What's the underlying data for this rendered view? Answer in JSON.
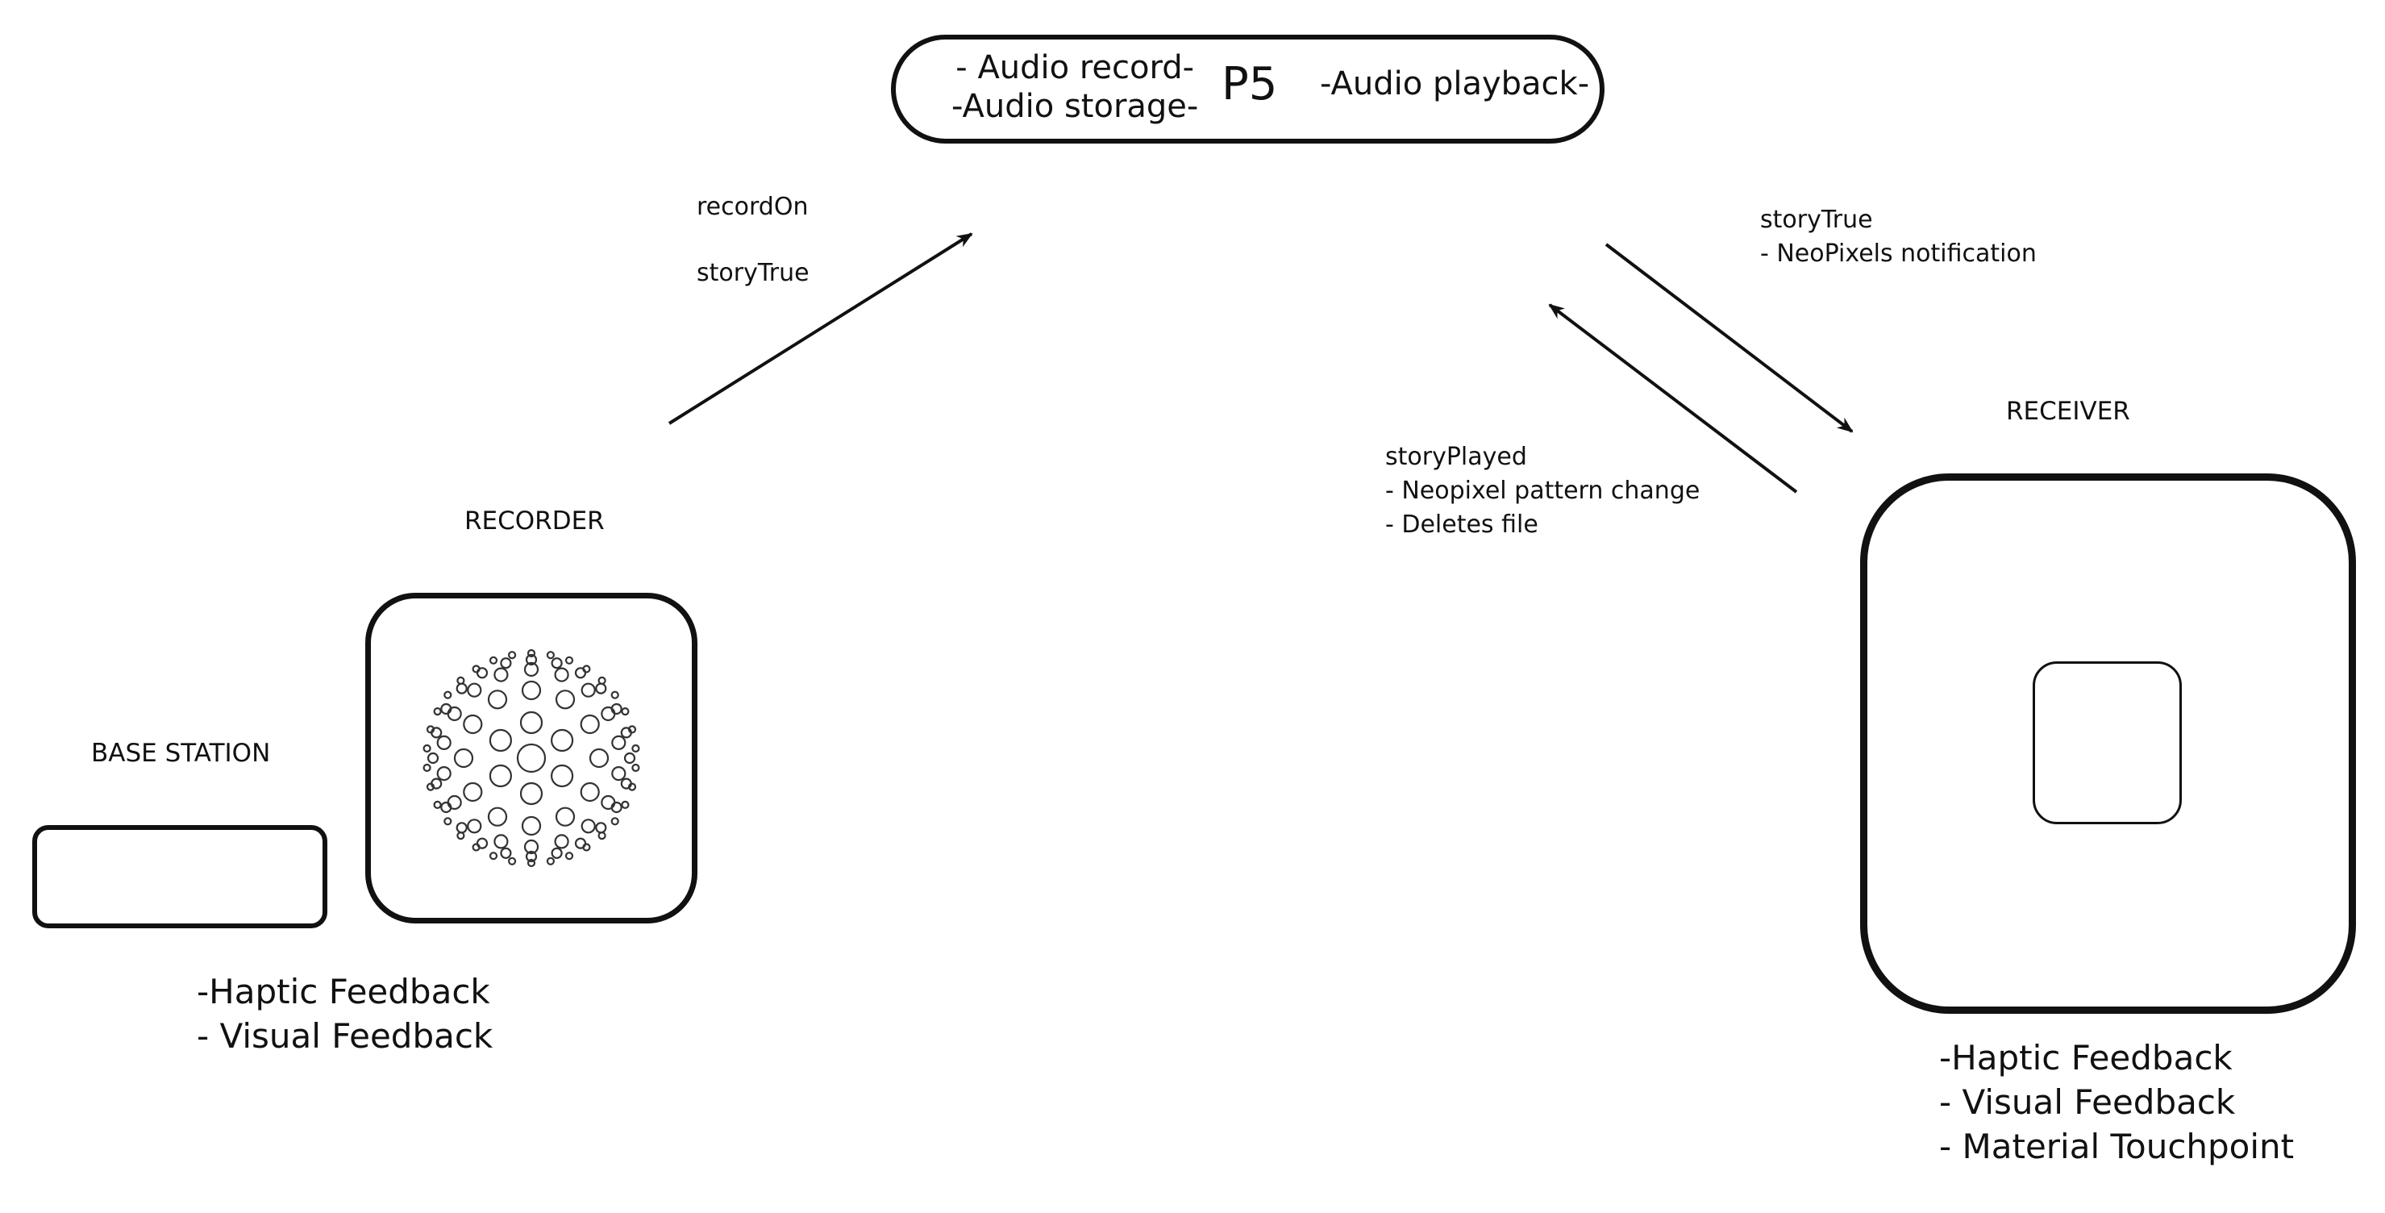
{
  "p5": {
    "title": "P5",
    "left_lines": [
      "- Audio record-",
      "-Audio storage-"
    ],
    "right": "-Audio playback-"
  },
  "recorder_arrow": {
    "labels": [
      "recordOn",
      "storyTrue"
    ]
  },
  "receiver_arrow_out": {
    "labels": [
      "storyTrue",
      "- NeoPixels notification"
    ]
  },
  "receiver_arrow_back": {
    "labels": [
      "storyPlayed",
      "- Neopixel pattern change",
      "- Deletes file"
    ]
  },
  "base_station": {
    "label": "BASE STATION"
  },
  "recorder": {
    "label": "RECORDER",
    "features": [
      "-Haptic Feedback",
      "- Visual Feedback"
    ]
  },
  "receiver": {
    "label": "RECEIVER",
    "features": [
      "-Haptic Feedback",
      "- Visual Feedback",
      "- Material Touchpoint"
    ]
  },
  "colors": {
    "stroke": "#111111",
    "background": "#ffffff"
  }
}
